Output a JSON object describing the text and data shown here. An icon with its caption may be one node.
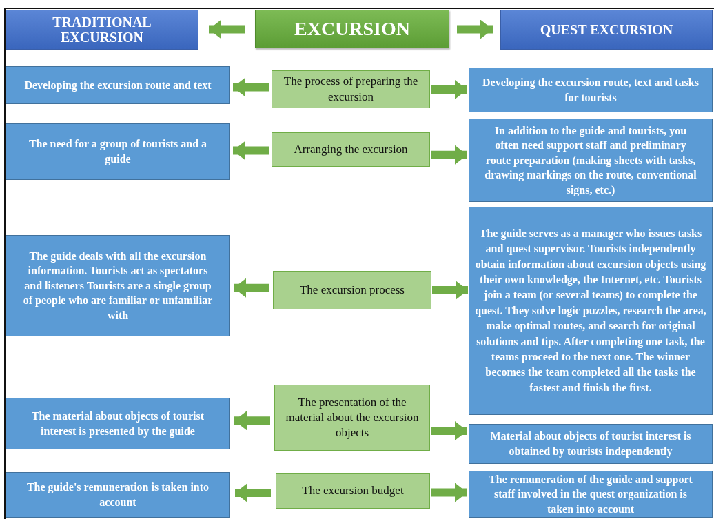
{
  "diagram": {
    "nodes": [
      {
        "text": [
          "TRADITIONAL EXCURSION"
        ]
      },
      {
        "text": [
          "EXCURSION"
        ]
      },
      {
        "text": [
          "QUEST EXCURSION"
        ]
      },
      {
        "text": [
          "Developing the excursion route and text"
        ]
      },
      {
        "text": [
          "The process of preparing the excursion"
        ]
      },
      {
        "text": [
          "Developing the excursion route, text and tasks for tourists"
        ]
      },
      {
        "text": [
          "The need for a group of tourists and a guide"
        ]
      },
      {
        "text": [
          "Arranging the excursion"
        ]
      },
      {
        "text": [
          "In addition to the guide and tourists, you often need support staff and preliminary route preparation (making sheets with tasks, drawing markings on the route, conventional signs, etc.)"
        ]
      },
      {
        "text": [
          "The guide deals with all the excursion information. Tourists act as spectators and listeners Tourists are a single group of people who are familiar or unfamiliar with"
        ]
      },
      {
        "text": [
          "The excursion process"
        ]
      },
      {
        "text": [
          "The guide serves as a manager who issues tasks and quest supervisor. Tourists independently obtain information about excursion objects using their own knowledge, the Internet, etc. Tourists join a team (or several teams) to complete the quest. They solve logic puzzles, research the area, make optimal routes, and search for original solutions and tips. After completing one task, the teams proceed to the next one. The winner becomes the team completed all the tasks the fastest and finish the first."
        ]
      },
      {
        "text": [
          "The material about objects of tourist interest is presented by the guide"
        ]
      },
      {
        "text": [
          "The presentation of the material about the excursion objects"
        ]
      },
      {
        "text": [
          "Material about objects of tourist interest is obtained by tourists independently"
        ]
      },
      {
        "text": [
          "The guide's remuneration is taken into account"
        ]
      },
      {
        "text": [
          "The excursion budget"
        ]
      },
      {
        "text": [
          "The remuneration of the guide and support staff involved in the quest organization is taken into account"
        ]
      }
    ],
    "edges": [
      {
        "from": 1,
        "to": 0,
        "arrow": "to"
      },
      {
        "from": 1,
        "to": 2,
        "arrow": "to"
      },
      {
        "from": 4,
        "to": 3,
        "arrow": "to"
      },
      {
        "from": 4,
        "to": 5,
        "arrow": "to"
      },
      {
        "from": 7,
        "to": 6,
        "arrow": "to"
      },
      {
        "from": 7,
        "to": 8,
        "arrow": "to"
      },
      {
        "from": 10,
        "to": 9,
        "arrow": "to"
      },
      {
        "from": 10,
        "to": 11,
        "arrow": "to"
      },
      {
        "from": 13,
        "to": 12,
        "arrow": "to"
      },
      {
        "from": 13,
        "to": 14,
        "arrow": "to"
      },
      {
        "from": 16,
        "to": 15,
        "arrow": "to"
      },
      {
        "from": 16,
        "to": 17,
        "arrow": "to"
      }
    ]
  }
}
